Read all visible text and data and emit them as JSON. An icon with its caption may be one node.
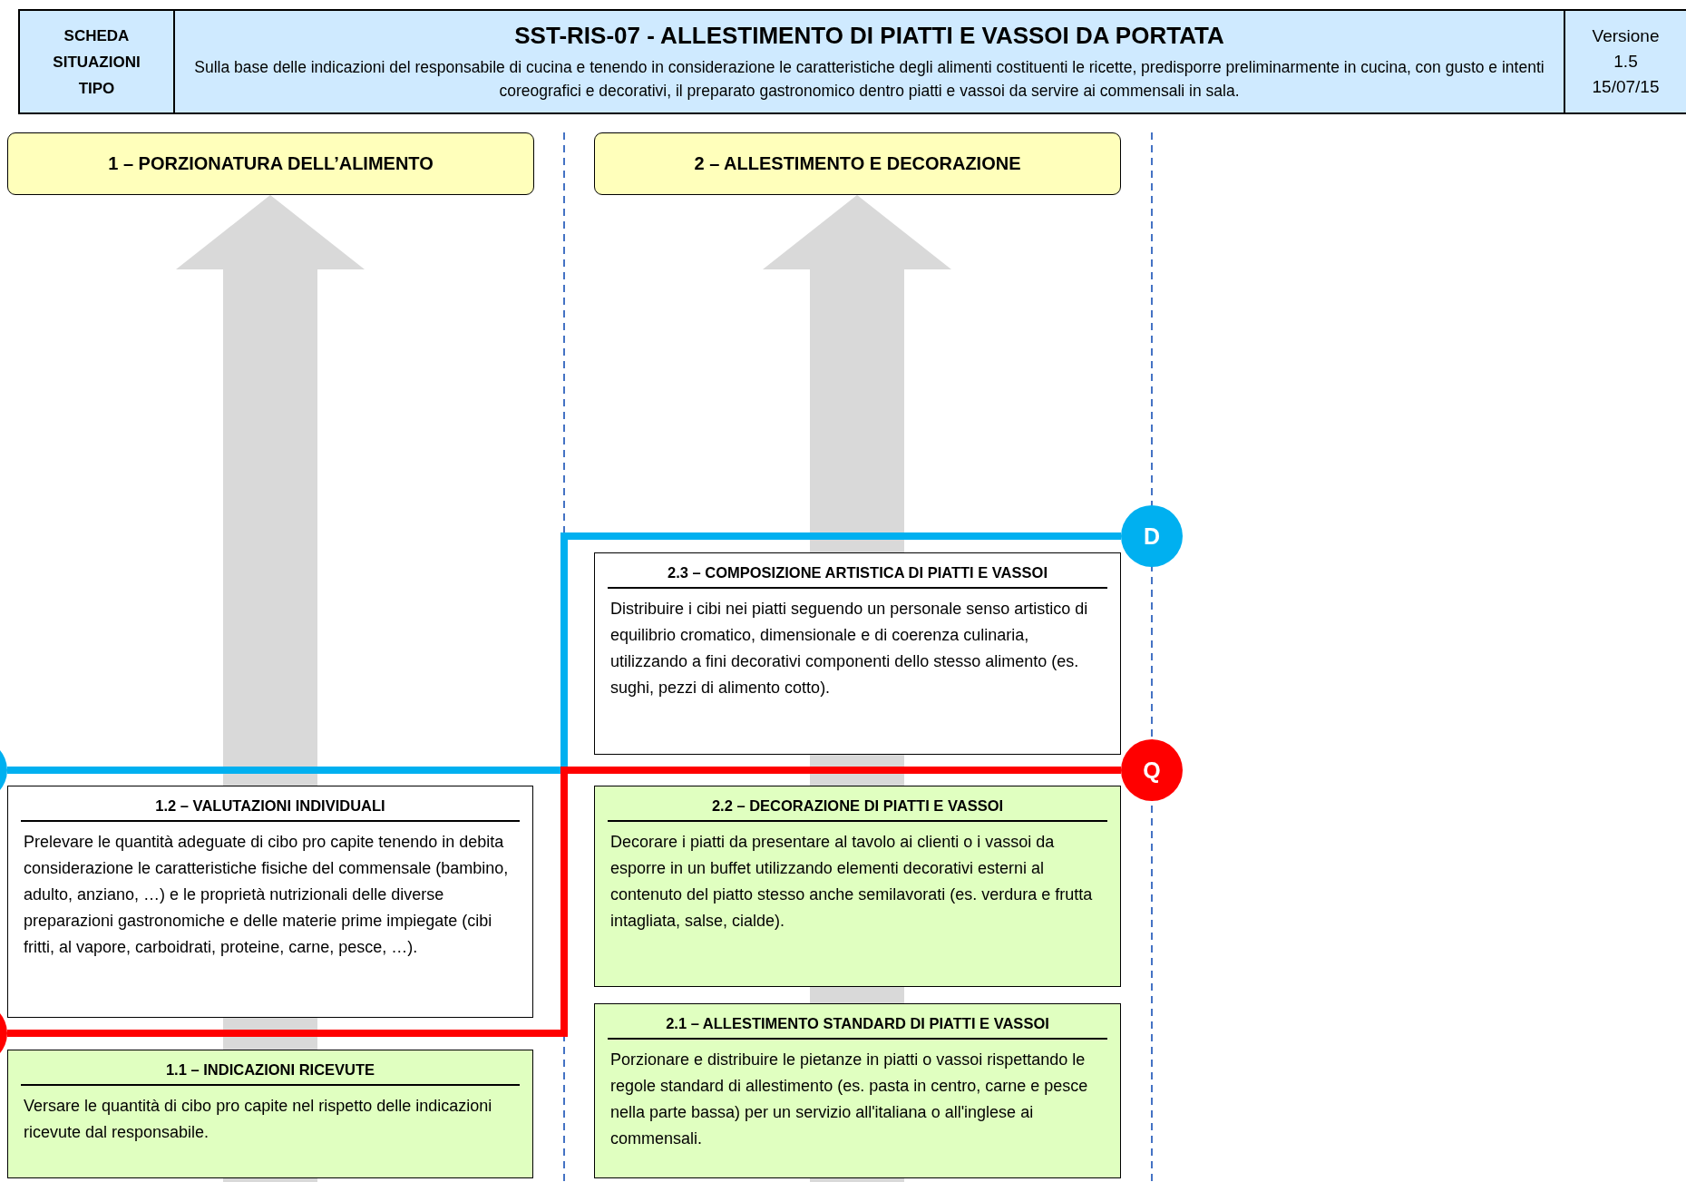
{
  "diagram": {
    "title": "SST-RIS-07  -  ALLESTIMENTO DI PIATTI E VASSOI DA PORTATA",
    "caption": "Sulla base delle indicazioni del responsabile di cucina e tenendo in considerazione le caratteristiche degli alimenti costituenti le ricette, predisporre preliminarmente in cucina, con gusto e intenti coreografici e decorativi, il preparato gastronomico dentro piatti e vassoi da servire ai commensali in sala.",
    "nodes": [
      {
        "text": [
          "1 – PORZIONATURA DELL’ALIMENTO"
        ]
      },
      {
        "text": [
          "2 – ALLESTIMENTO E DECORAZIONE"
        ]
      },
      {
        "text": [
          "2.3 – COMPOSIZIONE ARTISTICA DI PIATTI E VASSOI",
          "Distribuire i cibi nei piatti seguendo un personale senso artistico di equilibrio cromatico, dimensionale e di coerenza culinaria, utilizzando a fini decorativi componenti dello stesso alimento (es. sughi, pezzi di alimento cotto)."
        ]
      },
      {
        "text": [
          "D"
        ]
      },
      {
        "text": [],
        "shape": "circle"
      },
      {
        "text": [
          "Q"
        ]
      },
      {
        "text": [
          "1.2 – VALUTAZIONI INDIVIDUALI",
          "Prelevare le quantità adeguate di cibo pro capite tenendo in debita considerazione le caratteristiche fisiche del commensale (bambino, adulto, anziano, …) e le proprietà nutrizionali delle diverse preparazioni gastronomiche e delle materie prime impiegate (cibi fritti, al vapore, carboidrati, proteine, carne, pesce, …)."
        ]
      },
      {
        "text": [
          "2.2 – DECORAZIONE DI PIATTI E VASSOI",
          "Decorare i piatti da presentare al tavolo ai clienti o i vassoi da esporre in un buffet utilizzando elementi decorativi esterni al contenuto del piatto stesso anche semilavorati (es. verdura e frutta intagliata, salse, cialde)."
        ]
      },
      {
        "text": [],
        "shape": "circle"
      },
      {
        "text": [
          "2.1 – ALLESTIMENTO STANDARD DI PIATTI E VASSOI",
          "Porzionare e distribuire le pietanze in piatti o vassoi rispettando le regole standard di allestimento (es. pasta in centro, carne e pesce nella parte bassa) per un servizio all'italiana o all'inglese ai commensali."
        ]
      },
      {
        "text": [
          "1.1 – INDICAZIONI RICEVUTE",
          "Versare le quantità di cibo pro capite nel rispetto delle indicazioni ricevute dal responsabile."
        ]
      }
    ],
    "edges": [
      {
        "from": 4,
        "to": 3,
        "arrow": "none",
        "color": "#00b0f0"
      },
      {
        "from": 8,
        "to": 5,
        "arrow": "none",
        "color": "#ff0000"
      }
    ],
    "labels": [
      "SCHEDA SITUAZIONI TIPO",
      "Versione",
      "1.5",
      "15/07/15"
    ]
  }
}
